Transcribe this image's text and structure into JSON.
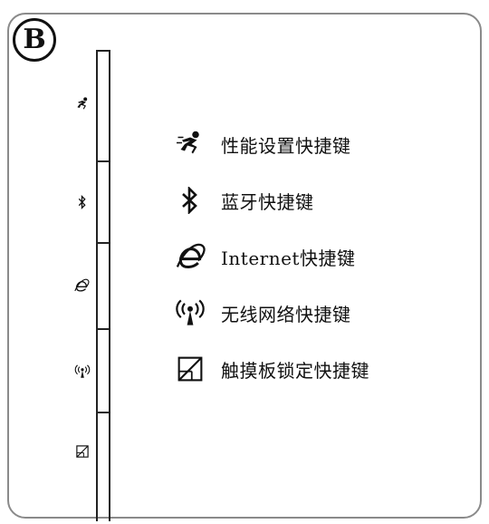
{
  "badge_letter": "B",
  "hotkeys": [
    {
      "icon": "running-person-icon",
      "label": "性能设置快捷键"
    },
    {
      "icon": "bluetooth-icon",
      "label": "蓝牙快捷键"
    },
    {
      "icon": "internet-explorer-icon",
      "label": "Internet快捷键"
    },
    {
      "icon": "wireless-antenna-icon",
      "label": "无线网络快捷键"
    },
    {
      "icon": "touchpad-lock-icon",
      "label": "触摸板锁定快捷键"
    }
  ]
}
